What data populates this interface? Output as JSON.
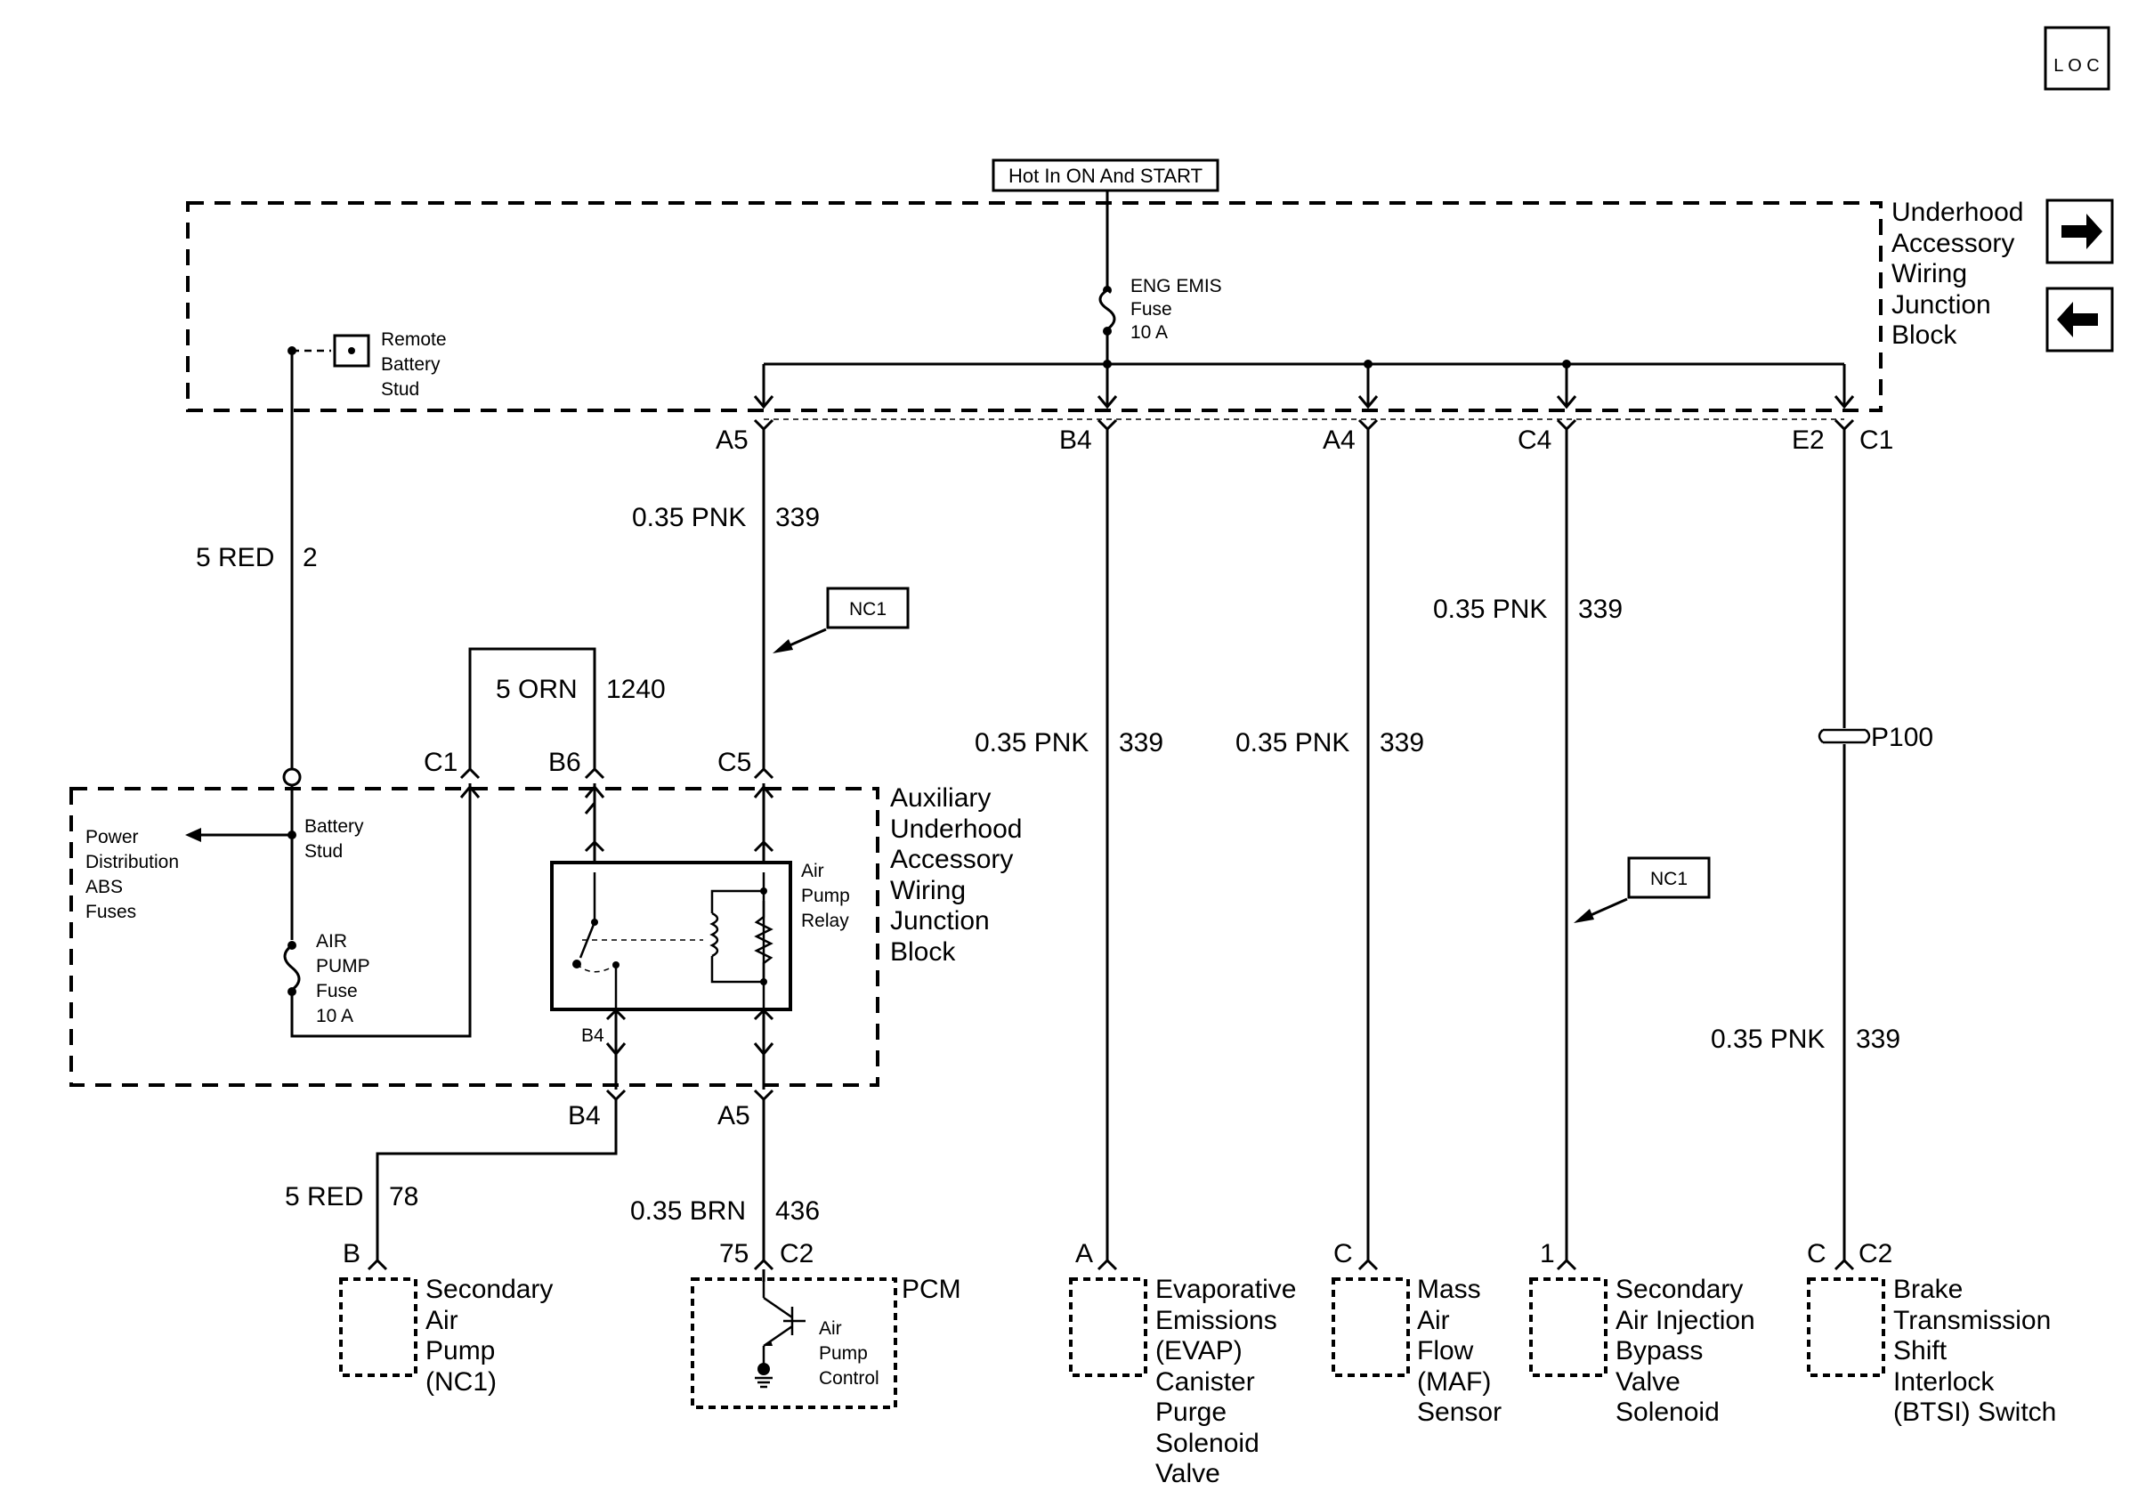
{
  "diagram": {
    "loc_icon": "L O C",
    "top_label": "Hot In ON And START",
    "fuse_eng_emis": [
      "ENG EMIS",
      "Fuse",
      "10 A"
    ],
    "underhood_block": [
      "Underhood",
      "Accessory",
      "Wiring",
      "Junction",
      "Block"
    ],
    "remote_stud": [
      "Remote",
      "Battery",
      "Stud"
    ],
    "nav_icons": [
      "arrow-right-icon",
      "arrow-left-icon"
    ],
    "connectors_top": [
      "A5",
      "B4",
      "A4",
      "C4",
      "E2",
      "C1"
    ],
    "wires": {
      "red_main": [
        "5 RED",
        "2"
      ],
      "pnk_a5": [
        "0.35 PNK",
        "339"
      ],
      "orn": [
        "5 ORN",
        "1240"
      ],
      "pnk_b4": [
        "0.35 PNK",
        "339"
      ],
      "pnk_a4": [
        "0.35 PNK",
        "339"
      ],
      "pnk_c4": [
        "0.35 PNK",
        "339"
      ],
      "pnk_e2": [
        "0.35 PNK",
        "339"
      ],
      "red_78": [
        "5 RED",
        "78"
      ],
      "brn": [
        "0.35 BRN",
        "436"
      ]
    },
    "nc1_tags": [
      "NC1",
      "NC1"
    ],
    "splice": "P100",
    "aux_connectors": [
      "C1",
      "B6",
      "C5"
    ],
    "aux_block": [
      "Auxiliary",
      "Underhood",
      "Accessory",
      "Wiring",
      "Junction",
      "Block"
    ],
    "power_dist": [
      "Power",
      "Distribution",
      "ABS",
      "Fuses"
    ],
    "battery_stud": [
      "Battery",
      "Stud"
    ],
    "air_pump_fuse": [
      "AIR",
      "PUMP",
      "Fuse",
      "10 A"
    ],
    "relay_label": [
      "Air",
      "Pump",
      "Relay"
    ],
    "relay_b4": "B4",
    "aux_out": [
      "B4",
      "A5"
    ],
    "pcm_pins": [
      "75",
      "C2"
    ],
    "pcm_title": "PCM",
    "pcm_control": [
      "Air",
      "Pump",
      "Control"
    ],
    "comp_pins": [
      "B",
      "A",
      "C",
      "1",
      "C",
      "C2"
    ],
    "components": {
      "sec_air_pump": [
        "Secondary",
        "Air",
        "Pump",
        "(NC1)"
      ],
      "evap": [
        "Evaporative",
        "Emissions",
        "(EVAP)",
        "Canister",
        "Purge",
        "Solenoid",
        "Valve"
      ],
      "maf": [
        "Mass",
        "Air",
        "Flow",
        "(MAF)",
        "Sensor"
      ],
      "sec_air_inj": [
        "Secondary",
        "Air Injection",
        "Bypass",
        "Valve",
        "Solenoid"
      ],
      "btsi": [
        "Brake",
        "Transmission",
        "Shift",
        "Interlock",
        "(BTSI) Switch"
      ]
    }
  }
}
